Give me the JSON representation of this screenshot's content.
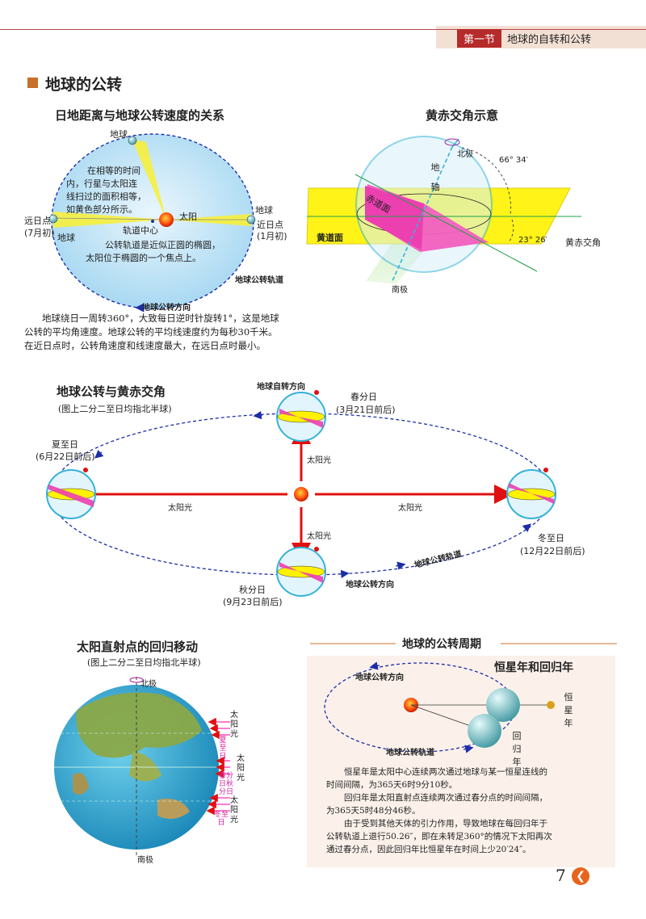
{
  "header": {
    "section": "第一节",
    "title": "地球的自转和公转"
  },
  "section_title": "地球的公转",
  "fig1": {
    "title": "日地距离与地球公转速度的关系",
    "earth_top": "地球",
    "aphelion_label": "远日点",
    "aphelion_date": "(7月初)",
    "aphelion_earth": "地球",
    "perihelion_earth": "地球",
    "perihelion_label": "近日点",
    "perihelion_date": "(1月初)",
    "sun": "太阳",
    "orbit_center": "轨道中心",
    "note1": [
      "在相等的时间",
      "内，行星与太阳连",
      "线扫过的面积相等，",
      "如黄色部分所示。"
    ],
    "note2": [
      "公转轨道是近似正圆的椭圆，",
      "太阳位于椭圆的一个焦点上。"
    ],
    "orbit_label": "地球公转轨道",
    "direction_label": "地球公转方向",
    "paragraph": [
      "地球绕日一周转360°，大致每日逆时针旋转1°，这是地球",
      "公转的平均角速度。地球公转的平均线速度约为每秒30千米。",
      "在近日点时，公转角速度和线速度最大，在远日点时最小。"
    ]
  },
  "fig2": {
    "title": "黄赤交角示意",
    "north": "北极",
    "angle1": "66° 34′",
    "axis": "地轴",
    "equator_plane": "赤道面",
    "ecliptic_plane": "黄道面",
    "angle2": "23° 26′",
    "obliquity": "黄赤交角",
    "south": "南极"
  },
  "fig3": {
    "title": "地球公转与黄赤交角",
    "subtitle": "(图上二分二至日均指北半球)",
    "rotation_dir": "地球自转方向",
    "spring": "春分日",
    "spring_date": "(3月21日前后)",
    "summer": "夏至日",
    "summer_date": "(6月22日前后)",
    "winter": "冬至日",
    "winter_date": "(12月22日前后)",
    "autumn": "秋分日",
    "autumn_date": "(9月23日前后)",
    "sunlight": "太阳光",
    "orbit": "地球公转轨道",
    "direction": "地球公转方向"
  },
  "fig4": {
    "title": "太阳直射点的回归移动",
    "subtitle": "(图上二分二至日均指北半球)",
    "north": "北极",
    "south": "南极",
    "sunlight": "太阳光",
    "summer": "夏至日",
    "equinox": "春分日秋分日",
    "winter": "冬至日"
  },
  "fig5": {
    "banner": "地球的公转周期",
    "title": "恒星年和回归年",
    "direction": "地球公转方向",
    "orbit": "地球公转轨道",
    "sidereal": "恒星年",
    "tropical": "回归年",
    "p1": [
      "恒星年是太阳中心连续两次通过地球与某一恒星连线的",
      "时间间隔，为365天6时9分10秒。"
    ],
    "p2": [
      "回归年是太阳直射点连续两次通过春分点的时间间隔，",
      "为365天5时48分46秒。"
    ],
    "p3": [
      "由于受到其他天体的引力作用，导致地球在每回归年于",
      "公转轨道上退行50.26″，即在未转足360°的情况下太阳再次",
      "通过春分点，因此回归年比恒星年在时间上少20′24″。"
    ]
  },
  "page_number": "7"
}
